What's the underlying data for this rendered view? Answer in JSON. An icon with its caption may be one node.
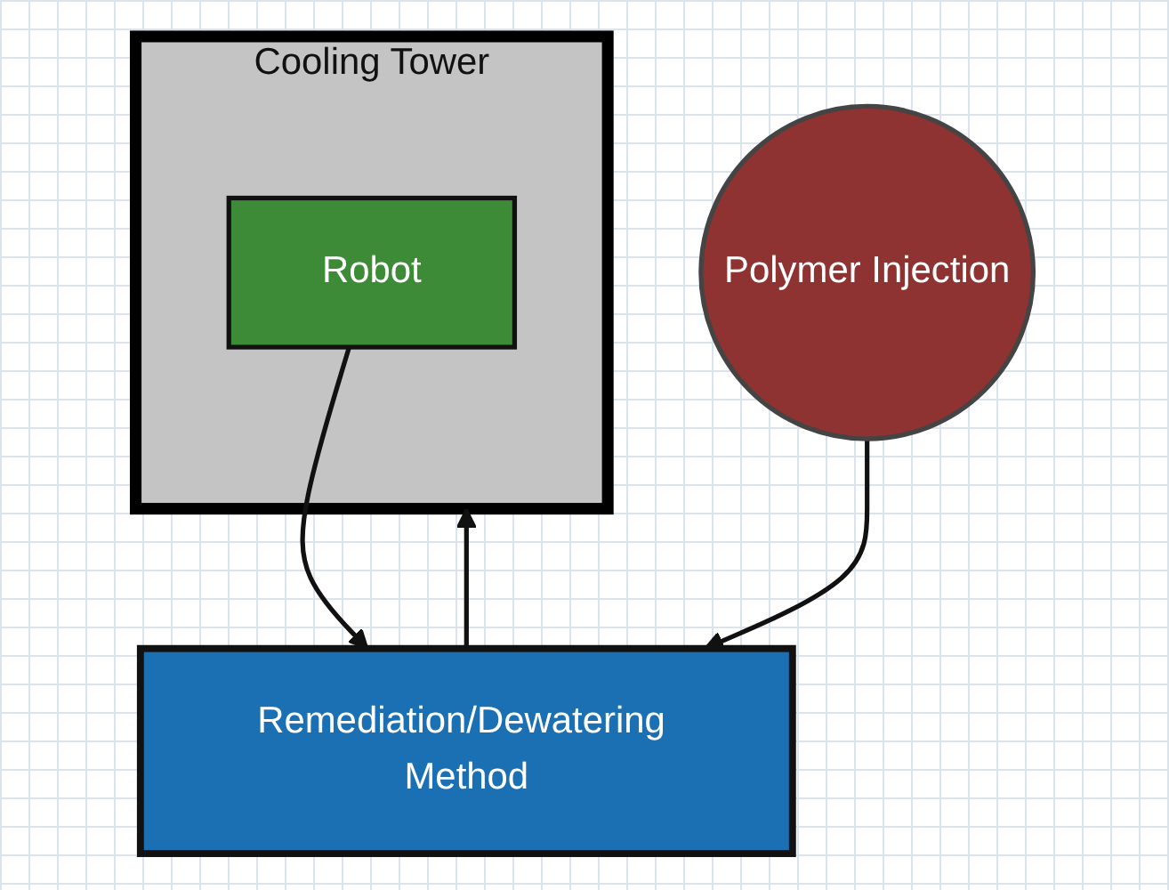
{
  "diagram": {
    "nodes": [
      {
        "text": [
          "Cooling Tower"
        ]
      },
      {
        "text": [
          "Robot"
        ],
        "in": 0
      },
      {
        "text": [
          "Remediation/Dewatering Method"
        ]
      },
      {
        "text": [
          "Polymer Injection"
        ]
      }
    ],
    "edges": [
      {
        "from": 1,
        "to": 2,
        "arrow": "to"
      },
      {
        "from": 3,
        "to": 2,
        "arrow": "to"
      },
      {
        "from": 2,
        "to": 0,
        "arrow": "to"
      }
    ]
  }
}
